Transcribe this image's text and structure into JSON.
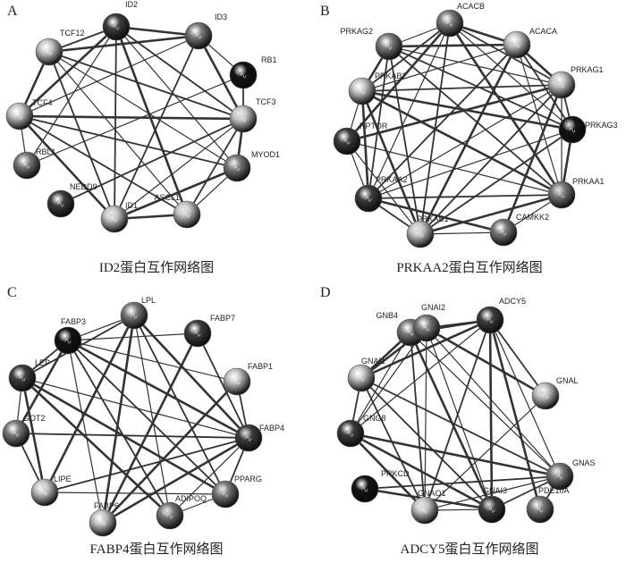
{
  "panels": [
    {
      "letter": "A",
      "caption": "ID2蛋白互作网络图",
      "nodes": [
        {
          "name": "ID2",
          "tone": "dark"
        },
        {
          "name": "ID3",
          "tone": "mid"
        },
        {
          "name": "RB1",
          "tone": "black"
        },
        {
          "name": "TCF3",
          "tone": "light"
        },
        {
          "name": "MYOD1",
          "tone": "mid"
        },
        {
          "name": "ASCL1",
          "tone": "light"
        },
        {
          "name": "ID1",
          "tone": "light"
        },
        {
          "name": "NEDD9",
          "tone": "dark"
        },
        {
          "name": "RBL1",
          "tone": "mid"
        },
        {
          "name": "TCF4",
          "tone": "light"
        },
        {
          "name": "TCF12",
          "tone": "light"
        }
      ],
      "edges": [
        [
          0,
          1
        ],
        [
          0,
          3
        ],
        [
          0,
          4
        ],
        [
          0,
          5
        ],
        [
          0,
          6
        ],
        [
          0,
          8
        ],
        [
          0,
          9
        ],
        [
          0,
          10
        ],
        [
          1,
          2
        ],
        [
          1,
          3
        ],
        [
          1,
          6
        ],
        [
          1,
          9
        ],
        [
          1,
          10
        ],
        [
          2,
          3
        ],
        [
          2,
          8
        ],
        [
          3,
          4
        ],
        [
          3,
          5
        ],
        [
          3,
          6
        ],
        [
          3,
          9
        ],
        [
          3,
          10
        ],
        [
          4,
          5
        ],
        [
          4,
          6
        ],
        [
          4,
          9
        ],
        [
          4,
          10
        ],
        [
          5,
          6
        ],
        [
          5,
          9
        ],
        [
          5,
          10
        ],
        [
          6,
          9
        ],
        [
          6,
          10
        ],
        [
          8,
          9
        ],
        [
          9,
          10
        ],
        [
          7,
          3
        ]
      ]
    },
    {
      "letter": "B",
      "caption": "PRKAA2蛋白互作网络图",
      "nodes": [
        {
          "name": "ACACB",
          "tone": "mid"
        },
        {
          "name": "ACACA",
          "tone": "light"
        },
        {
          "name": "PRKAG1",
          "tone": "light"
        },
        {
          "name": "PRKAG3",
          "tone": "black"
        },
        {
          "name": "PRKAA1",
          "tone": "mid"
        },
        {
          "name": "CAMKK2",
          "tone": "mid"
        },
        {
          "name": "PRKAB1",
          "tone": "light"
        },
        {
          "name": "PRKAA2",
          "tone": "dark"
        },
        {
          "name": "RPTOR",
          "tone": "dark"
        },
        {
          "name": "PRKAB2",
          "tone": "light"
        },
        {
          "name": "PRKAG2",
          "tone": "mid"
        }
      ],
      "edges": [
        [
          0,
          1
        ],
        [
          0,
          2
        ],
        [
          0,
          3
        ],
        [
          0,
          4
        ],
        [
          0,
          6
        ],
        [
          0,
          7
        ],
        [
          0,
          8
        ],
        [
          0,
          9
        ],
        [
          0,
          10
        ],
        [
          1,
          2
        ],
        [
          1,
          3
        ],
        [
          1,
          4
        ],
        [
          1,
          6
        ],
        [
          1,
          7
        ],
        [
          1,
          9
        ],
        [
          1,
          10
        ],
        [
          2,
          3
        ],
        [
          2,
          4
        ],
        [
          2,
          5
        ],
        [
          2,
          6
        ],
        [
          2,
          7
        ],
        [
          2,
          8
        ],
        [
          2,
          9
        ],
        [
          2,
          10
        ],
        [
          3,
          4
        ],
        [
          3,
          6
        ],
        [
          3,
          7
        ],
        [
          3,
          9
        ],
        [
          3,
          10
        ],
        [
          4,
          5
        ],
        [
          4,
          6
        ],
        [
          4,
          7
        ],
        [
          4,
          8
        ],
        [
          4,
          9
        ],
        [
          4,
          10
        ],
        [
          5,
          6
        ],
        [
          5,
          7
        ],
        [
          6,
          7
        ],
        [
          6,
          8
        ],
        [
          6,
          9
        ],
        [
          6,
          10
        ],
        [
          7,
          8
        ],
        [
          7,
          9
        ],
        [
          7,
          10
        ],
        [
          8,
          9
        ],
        [
          9,
          10
        ]
      ]
    },
    {
      "letter": "C",
      "caption": "FABP4蛋白互作网络图",
      "nodes": [
        {
          "name": "LPL",
          "tone": "mid"
        },
        {
          "name": "FABP7",
          "tone": "dark"
        },
        {
          "name": "FABP1",
          "tone": "light"
        },
        {
          "name": "FABP4",
          "tone": "dark"
        },
        {
          "name": "PPARG",
          "tone": "mid"
        },
        {
          "name": "ADIPOQ",
          "tone": "mid"
        },
        {
          "name": "FABP6",
          "tone": "light"
        },
        {
          "name": "LIPE",
          "tone": "light"
        },
        {
          "name": "GOT2",
          "tone": "mid"
        },
        {
          "name": "LEP",
          "tone": "dark"
        },
        {
          "name": "FABP3",
          "tone": "black"
        }
      ],
      "edges": [
        [
          0,
          3
        ],
        [
          0,
          4
        ],
        [
          0,
          5
        ],
        [
          0,
          7
        ],
        [
          0,
          9
        ],
        [
          0,
          10
        ],
        [
          0,
          6
        ],
        [
          1,
          3
        ],
        [
          1,
          10
        ],
        [
          1,
          6
        ],
        [
          2,
          3
        ],
        [
          2,
          10
        ],
        [
          2,
          6
        ],
        [
          3,
          4
        ],
        [
          3,
          5
        ],
        [
          3,
          6
        ],
        [
          3,
          7
        ],
        [
          3,
          9
        ],
        [
          3,
          10
        ],
        [
          3,
          8
        ],
        [
          4,
          5
        ],
        [
          4,
          9
        ],
        [
          4,
          10
        ],
        [
          4,
          7
        ],
        [
          5,
          9
        ],
        [
          5,
          10
        ],
        [
          6,
          10
        ],
        [
          7,
          9
        ],
        [
          7,
          8
        ],
        [
          8,
          9
        ],
        [
          8,
          10
        ],
        [
          9,
          10
        ],
        [
          8,
          3
        ]
      ]
    },
    {
      "letter": "D",
      "caption": "ADCY5蛋白互作网络图",
      "nodes": [
        {
          "name": "ADCY5",
          "tone": "dark"
        },
        {
          "name": "GNB4",
          "tone": "mid"
        },
        {
          "name": "GNAL",
          "tone": "light"
        },
        {
          "name": "GNAS",
          "tone": "mid"
        },
        {
          "name": "PDE10A",
          "tone": "mid"
        },
        {
          "name": "GNAI3",
          "tone": "dark"
        },
        {
          "name": "GNAO1",
          "tone": "light"
        },
        {
          "name": "PRKCD",
          "tone": "black"
        },
        {
          "name": "GNG8",
          "tone": "dark"
        },
        {
          "name": "GNAI1",
          "tone": "light"
        },
        {
          "name": "GNAI2",
          "tone": "mid"
        }
      ],
      "edges": [
        [
          0,
          1
        ],
        [
          0,
          2
        ],
        [
          0,
          3
        ],
        [
          0,
          5
        ],
        [
          0,
          6
        ],
        [
          0,
          8
        ],
        [
          0,
          9
        ],
        [
          0,
          10
        ],
        [
          1,
          3
        ],
        [
          1,
          5
        ],
        [
          1,
          6
        ],
        [
          1,
          8
        ],
        [
          1,
          9
        ],
        [
          1,
          10
        ],
        [
          2,
          6
        ],
        [
          2,
          10
        ],
        [
          3,
          5
        ],
        [
          3,
          6
        ],
        [
          3,
          8
        ],
        [
          3,
          9
        ],
        [
          3,
          10
        ],
        [
          4,
          0
        ],
        [
          4,
          3
        ],
        [
          5,
          6
        ],
        [
          5,
          8
        ],
        [
          5,
          9
        ],
        [
          5,
          10
        ],
        [
          6,
          8
        ],
        [
          6,
          9
        ],
        [
          6,
          10
        ],
        [
          7,
          5
        ],
        [
          8,
          9
        ],
        [
          8,
          10
        ],
        [
          9,
          10
        ],
        [
          7,
          3
        ]
      ]
    }
  ],
  "colors": {
    "black": "#141414",
    "dark": "#3e3e3e",
    "mid": "#7a7a7a",
    "light": "#c2c2c2",
    "edge": "#333333"
  }
}
